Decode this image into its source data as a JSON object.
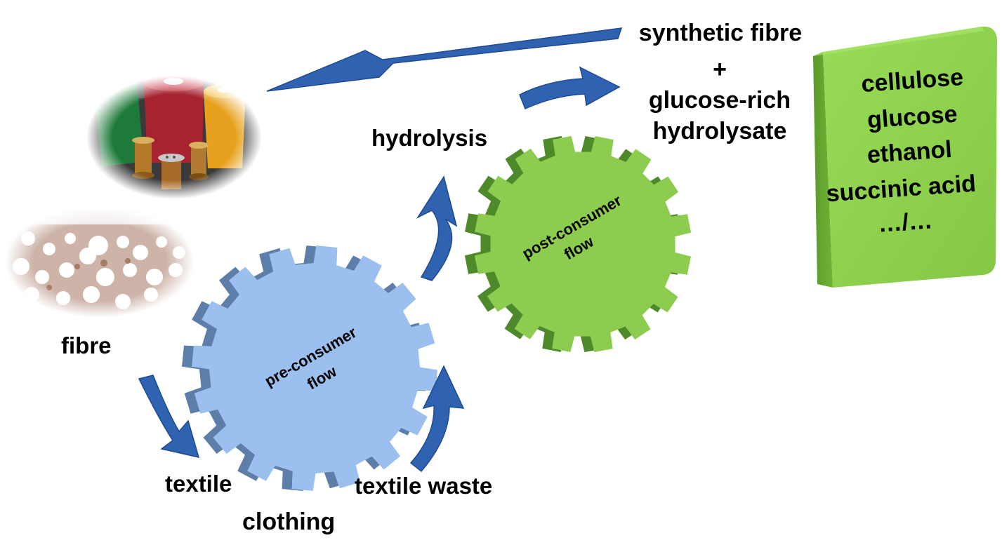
{
  "labels": {
    "synthetic_fibre": "synthetic fibre",
    "plus": "+",
    "glucose_rich": "glucose-rich",
    "hydrolysate": "hydrolysate",
    "hydrolysis": "hydrolysis",
    "fibre": "fibre",
    "textile": "textile",
    "clothing": "clothing",
    "textile_waste": "textile waste"
  },
  "gears": {
    "pre_consumer": {
      "line1": "pre-consumer",
      "line2": "flow"
    },
    "post_consumer": {
      "line1": "post-consumer",
      "line2": "flow"
    }
  },
  "products": [
    "cellulose",
    "glucose",
    "ethanol",
    "succinic acid",
    "…/…"
  ],
  "colors": {
    "arrow_blue": "#2f62b0",
    "gear_blue": "#9bbfee",
    "gear_green": "#8ccc4e",
    "product_box": "#8fd34f"
  },
  "icons": {
    "spools": "thread-spools-image",
    "cotton": "cotton-field-image"
  }
}
